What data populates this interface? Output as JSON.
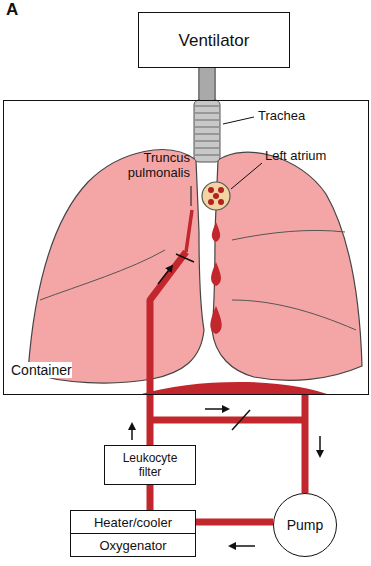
{
  "diagram": {
    "nodes": [
      {
        "text": [
          "Ventilator"
        ]
      },
      {
        "text": [
          "Container"
        ]
      },
      {
        "text": [
          "Leukocyte filter"
        ]
      },
      {
        "text": [
          "Heater/cooler"
        ]
      },
      {
        "text": [
          "Oxygenator"
        ]
      },
      {
        "text": [
          "Pump"
        ]
      }
    ],
    "edges": [
      {
        "from": 0,
        "to": 1,
        "arrow": "none"
      },
      {
        "from": 1,
        "to": 5,
        "arrow": "none"
      },
      {
        "from": 5,
        "to": 3,
        "arrow": "none"
      },
      {
        "from": 3,
        "to": 2,
        "arrow": "none"
      },
      {
        "from": 2,
        "to": 1,
        "arrow": "none"
      }
    ],
    "labels": [
      "A",
      "Trachea",
      "Truncus pulmonalis",
      "Left atrium"
    ]
  }
}
